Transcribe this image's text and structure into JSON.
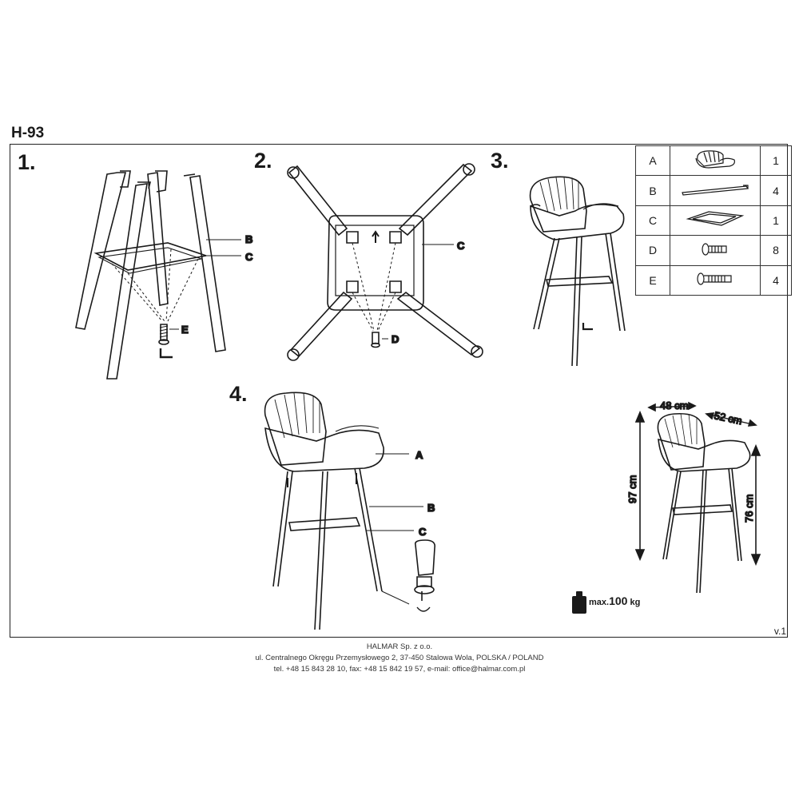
{
  "title": "H-93",
  "steps": [
    "1.",
    "2.",
    "3.",
    "4."
  ],
  "callouts": {
    "s1_b": "B",
    "s1_c": "C",
    "s1_e": "E",
    "s2_c": "C",
    "s2_d": "D",
    "s4_a": "A",
    "s4_b": "B",
    "s4_c": "C"
  },
  "parts": [
    {
      "letter": "A",
      "qty": "1",
      "icon": "seat-icon"
    },
    {
      "letter": "B",
      "qty": "4",
      "icon": "leg-icon"
    },
    {
      "letter": "C",
      "qty": "1",
      "icon": "footrest-frame-icon"
    },
    {
      "letter": "D",
      "qty": "8",
      "icon": "short-bolt-icon"
    },
    {
      "letter": "E",
      "qty": "4",
      "icon": "long-bolt-icon"
    }
  ],
  "dimensions": {
    "width": "48 cm",
    "depth": "52 cm",
    "height": "97 cm",
    "seat_height": "76 cm"
  },
  "max_load": {
    "prefix": "max.",
    "value": "100",
    "unit": "kg"
  },
  "version": "v.1",
  "footer": {
    "company": "HALMAR Sp. z o.o.",
    "address": "ul. Centralnego Okręgu Przemysłowego 2, 37-450 Stalowa Wola, POLSKA / POLAND",
    "contact": "tel. +48 15 843 28 10, fax: +48 15 842 19 57, e-mail: office@halmar.com.pl"
  }
}
